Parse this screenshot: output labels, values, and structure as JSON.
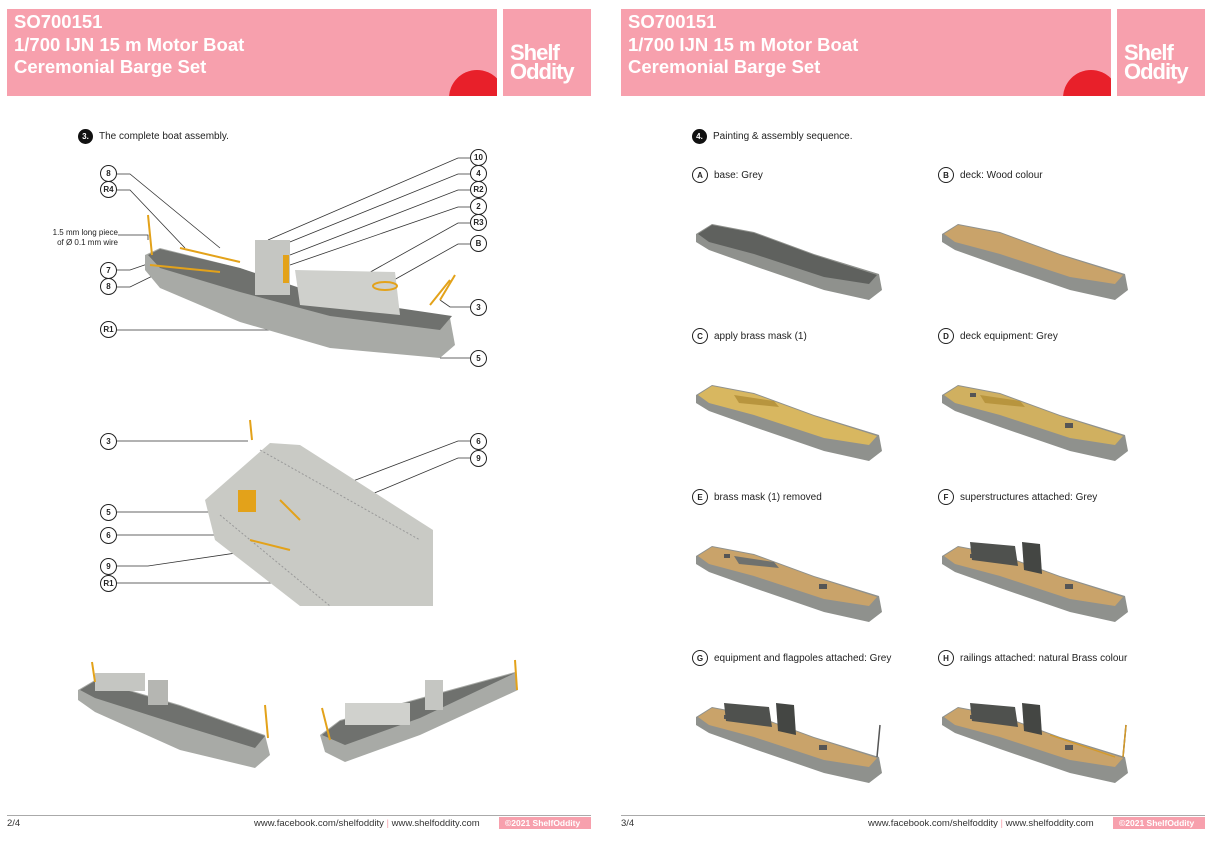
{
  "header": {
    "code": "SO700151",
    "title_line1": "1/700 IJN 15 m Motor Boat",
    "title_line2": "Ceremonial Barge Set",
    "logo_line1": "Shelf",
    "logo_line2": "Oddity",
    "accent": "#f7a0ad",
    "sun": "#e8202a"
  },
  "page_left": {
    "step_number": "3.",
    "step_text": "The complete boat assembly.",
    "wire_note_line1": "1.5 mm long piece",
    "wire_note_line2": "of Ø 0.1 mm wire",
    "callouts_top_right": [
      "10",
      "4",
      "R2",
      "2",
      "R3",
      "B",
      "3",
      "5"
    ],
    "callouts_top_left": [
      "8",
      "R4",
      "7",
      "8",
      "R1"
    ],
    "callouts_mid_left": [
      "3",
      "5",
      "6",
      "9",
      "R1"
    ],
    "callouts_mid_right": [
      "6",
      "9"
    ],
    "page_number": "2/4"
  },
  "page_right": {
    "step_number": "4.",
    "step_text": "Painting & assembly sequence.",
    "stages": [
      {
        "letter": "A",
        "text": "base: Grey"
      },
      {
        "letter": "B",
        "text": "deck: Wood colour"
      },
      {
        "letter": "C",
        "text": "apply brass mask (1)"
      },
      {
        "letter": "D",
        "text": "deck equipment: Grey"
      },
      {
        "letter": "E",
        "text": "brass mask (1) removed"
      },
      {
        "letter": "F",
        "text": "superstructures attached: Grey"
      },
      {
        "letter": "G",
        "text": "equipment and flagpoles attached: Grey"
      },
      {
        "letter": "H",
        "text": "railings attached: natural Brass colour"
      }
    ],
    "page_number": "3/4"
  },
  "footer": {
    "facebook": "www.facebook.com/shelfoddity",
    "separator": "|",
    "website": "www.shelfoddity.com",
    "copyright": "©2021 ShelfOddity"
  }
}
